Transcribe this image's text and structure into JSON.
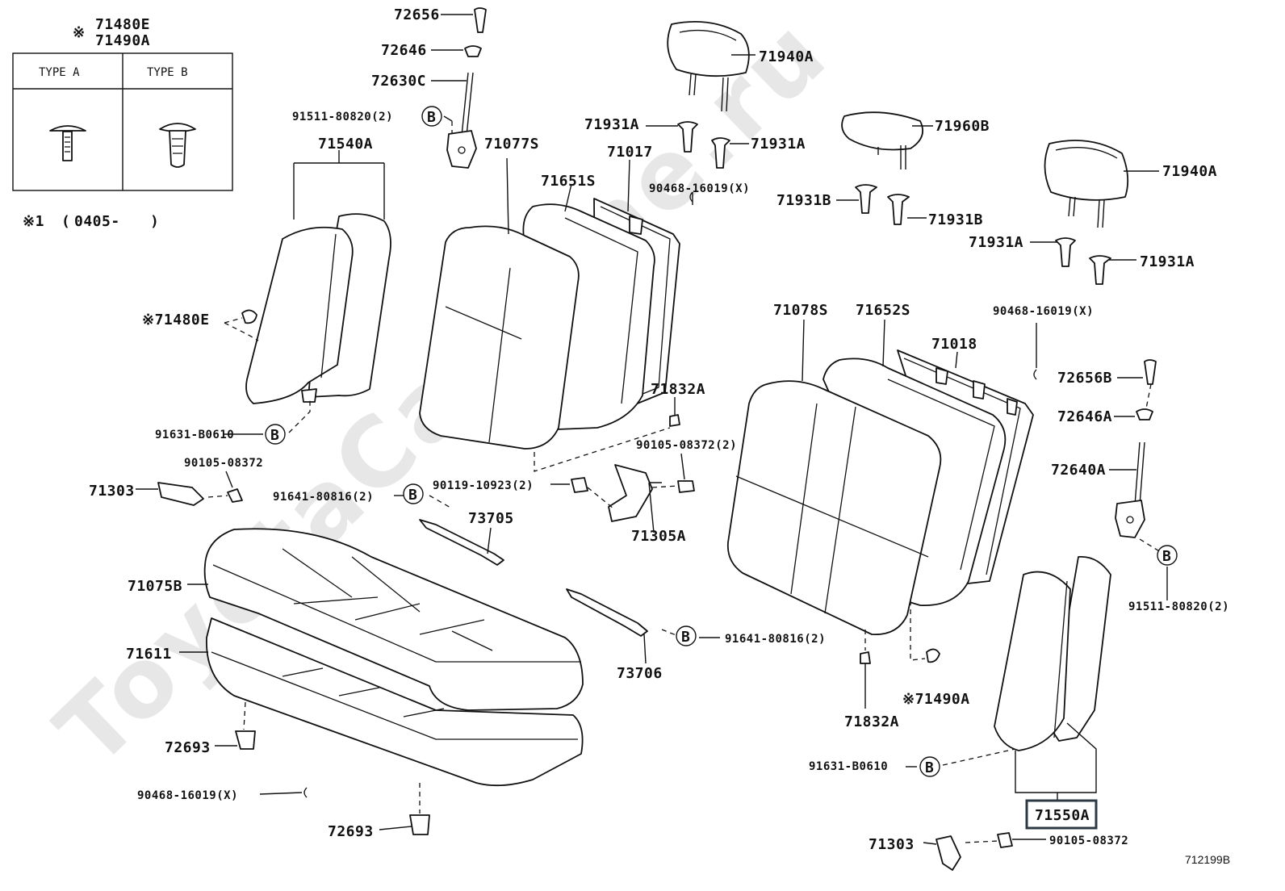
{
  "watermark": "ToyotaCarMine.ru",
  "diagram_id": "712199B",
  "applicability_note": {
    "mark": "※1",
    "range_start": "0405-",
    "range_end": ")",
    "range_open": "("
  },
  "fastener_type_legend": {
    "mark": "※",
    "part_numbers": [
      "71480E",
      "71490A"
    ],
    "types": [
      "TYPE A",
      "TYPE B"
    ]
  },
  "callout_letter": "B",
  "parts": [
    {
      "id": "72656",
      "label": "72656"
    },
    {
      "id": "72646",
      "label": "72646"
    },
    {
      "id": "72630C",
      "label": "72630C"
    },
    {
      "id": "91511-80820-left",
      "label": "91511-80820(2)"
    },
    {
      "id": "71540A",
      "label": "71540A"
    },
    {
      "id": "71077S",
      "label": "71077S"
    },
    {
      "id": "71017",
      "label": "71017"
    },
    {
      "id": "71651S",
      "label": "71651S"
    },
    {
      "id": "71480E",
      "label": "※71480E"
    },
    {
      "id": "91631-B0610-left",
      "label": "91631-B0610"
    },
    {
      "id": "90105-08372-left",
      "label": "90105-08372"
    },
    {
      "id": "71303-left",
      "label": "71303"
    },
    {
      "id": "91641-80816-upper",
      "label": "91641-80816(2)"
    },
    {
      "id": "90119-10923",
      "label": "90119-10923(2)"
    },
    {
      "id": "73705",
      "label": "73705"
    },
    {
      "id": "71832A-upper",
      "label": "71832A"
    },
    {
      "id": "90105-08372-mid",
      "label": "90105-08372(2)"
    },
    {
      "id": "71305A",
      "label": "71305A"
    },
    {
      "id": "71075B",
      "label": "71075B"
    },
    {
      "id": "71611",
      "label": "71611"
    },
    {
      "id": "73706",
      "label": "73706"
    },
    {
      "id": "91641-80816-lower",
      "label": "91641-80816(2)"
    },
    {
      "id": "72693-upper",
      "label": "72693"
    },
    {
      "id": "90468-16019-bottom",
      "label": "90468-16019(X)"
    },
    {
      "id": "72693-lower",
      "label": "72693"
    },
    {
      "id": "71940A-left",
      "label": "71940A"
    },
    {
      "id": "71931A-1",
      "label": "71931A"
    },
    {
      "id": "71931A-2",
      "label": "71931A"
    },
    {
      "id": "90468-16019-top",
      "label": "90468-16019(X)"
    },
    {
      "id": "71960B",
      "label": "71960B"
    },
    {
      "id": "71931B-1",
      "label": "71931B"
    },
    {
      "id": "71931B-2",
      "label": "71931B"
    },
    {
      "id": "71940A-right",
      "label": "71940A"
    },
    {
      "id": "71931A-3",
      "label": "71931A"
    },
    {
      "id": "71931A-4",
      "label": "71931A"
    },
    {
      "id": "71078S",
      "label": "71078S"
    },
    {
      "id": "71652S",
      "label": "71652S"
    },
    {
      "id": "71018",
      "label": "71018"
    },
    {
      "id": "90468-16019-right",
      "label": "90468-16019(X)"
    },
    {
      "id": "72656B",
      "label": "72656B"
    },
    {
      "id": "72646A",
      "label": "72646A"
    },
    {
      "id": "72640A",
      "label": "72640A"
    },
    {
      "id": "91511-80820-right",
      "label": "91511-80820(2)"
    },
    {
      "id": "71832A-lower",
      "label": "71832A"
    },
    {
      "id": "71490A",
      "label": "※71490A"
    },
    {
      "id": "91631-B0610-right",
      "label": "91631-B0610"
    },
    {
      "id": "71550A",
      "label": "71550A"
    },
    {
      "id": "71303-right",
      "label": "71303"
    },
    {
      "id": "90105-08372-right",
      "label": "90105-08372"
    }
  ]
}
